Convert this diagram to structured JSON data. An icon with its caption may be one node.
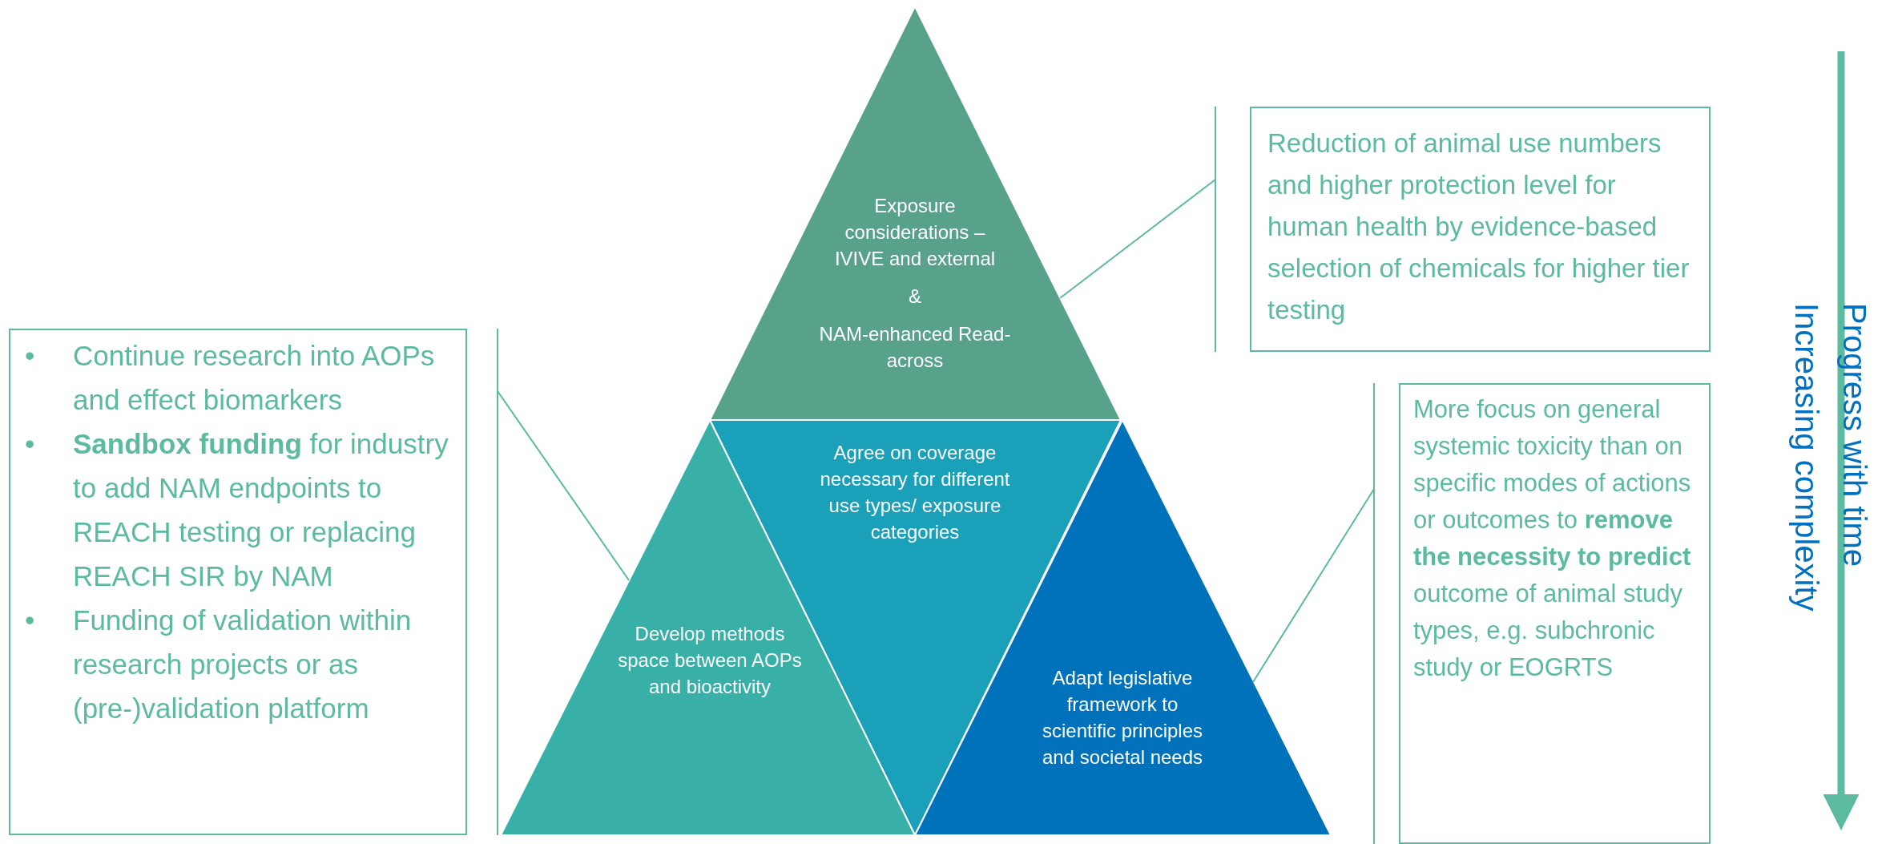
{
  "diagram": {
    "nodes": [
      {
        "text": [
          "Exposure considerations – IVIVE and external",
          "&",
          "NAM-enhanced Read-across"
        ]
      },
      {
        "text": [
          "Agree on coverage necessary for different use types/ exposure categories"
        ]
      },
      {
        "text": [
          "Develop methods space between AOPs and bioactivity"
        ]
      },
      {
        "text": [
          "Adapt legislative framework to scientific principles and societal needs"
        ]
      },
      {
        "text": [
          "•\tContinue research into AOPs and effect biomarkers",
          "•\t**Sandbox funding** for industry to add NAM endpoints to REACH testing or replacing REACH SIR by NAM",
          "•\tFunding of validation within research projects or as (pre-)validation platform"
        ]
      },
      {
        "text": [
          "Reduction of animal use numbers and higher protection level for human health by evidence-based selection of chemicals for higher tier testing"
        ]
      },
      {
        "text": [
          "More focus on general systemic toxicity than on specific modes of actions or outcomes to **remove the necessity to predict** outcome of animal study types, e.g. subchronic study or EOGRTS"
        ]
      }
    ],
    "edges": [
      {
        "from": 4,
        "to": 2,
        "arrow": "none"
      },
      {
        "from": 5,
        "to": 0,
        "arrow": "none"
      },
      {
        "from": 6,
        "to": 3,
        "arrow": "none"
      }
    ],
    "labels": [
      "Progress with time",
      "Increasing complexity"
    ]
  }
}
